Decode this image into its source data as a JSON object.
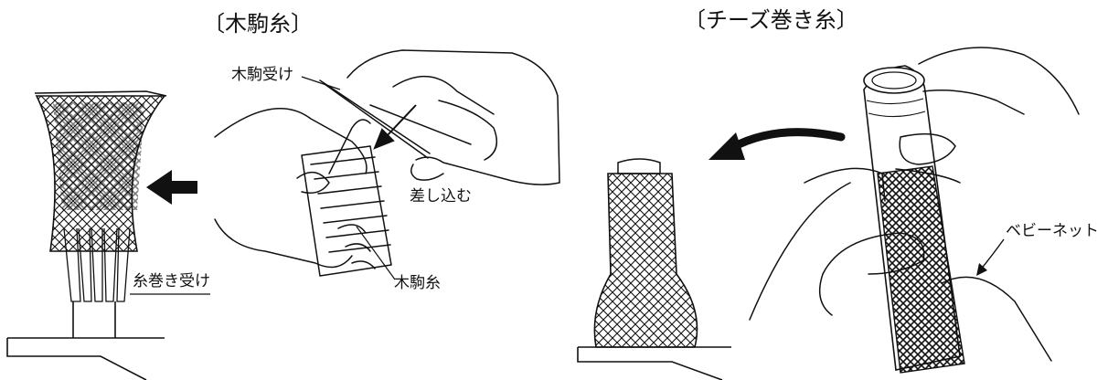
{
  "left_panel": {
    "title": "〔木駒糸〕",
    "labels": {
      "receiver": "木駒受け",
      "insert": "差し込む",
      "spool": "木駒糸",
      "winding_receiver": "糸巻き受け"
    }
  },
  "right_panel": {
    "title": "〔チーズ巻き糸〕",
    "labels": {
      "net": "ベビーネット"
    }
  }
}
